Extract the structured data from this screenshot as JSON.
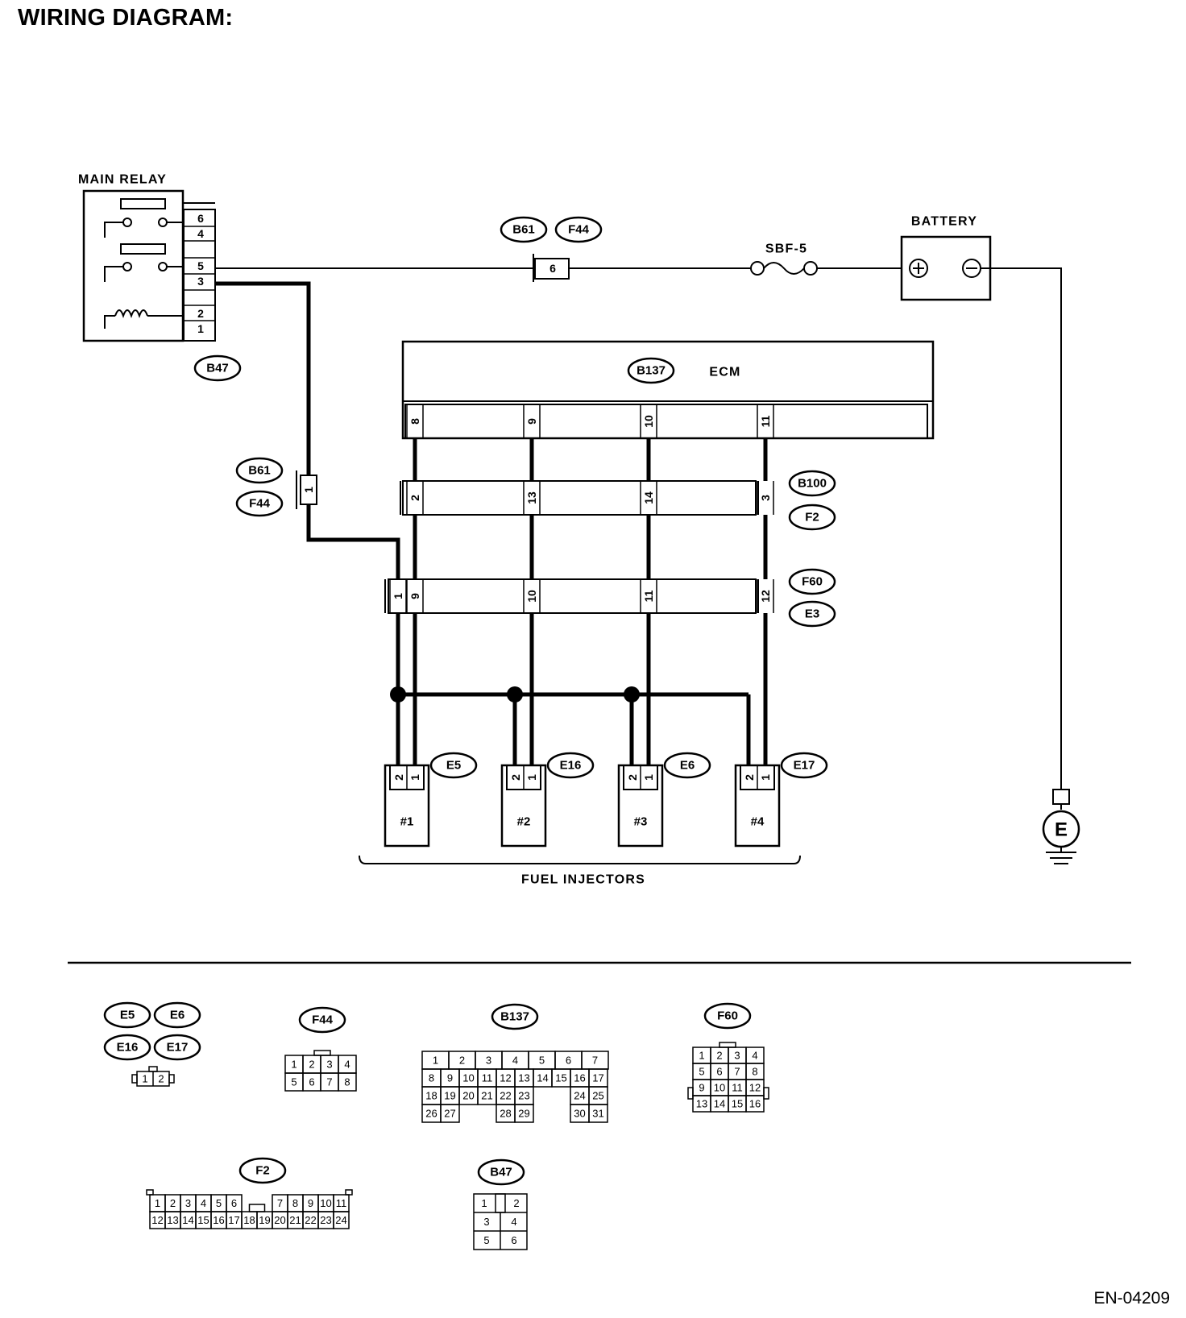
{
  "title": "WIRING DIAGRAM:",
  "doc_code": "EN-04209",
  "labels": {
    "main_relay": "MAIN RELAY",
    "battery": "BATTERY",
    "fuse": "SBF-5",
    "ecm": "ECM",
    "fuel_injectors": "FUEL INJECTORS",
    "ground": "E"
  },
  "connector_tags": {
    "relay": "B47",
    "top_a": "B61",
    "top_b": "F44",
    "side_a": "B61",
    "side_b": "F44",
    "ecm": "B137",
    "row1_a": "B100",
    "row1_b": "F2",
    "row2_a": "F60",
    "row2_b": "E3",
    "inj1": "E5",
    "inj2": "E16",
    "inj3": "E6",
    "inj4": "E17"
  },
  "relay_pins": [
    "6",
    "4",
    "5",
    "3",
    "2",
    "1"
  ],
  "inline_pins": {
    "top": "6",
    "side": "1"
  },
  "ecm_pins": [
    "8",
    "9",
    "10",
    "11"
  ],
  "b100_pins": [
    "2",
    "13",
    "14",
    "3"
  ],
  "f60_pins": [
    "1",
    "9",
    "10",
    "11",
    "12"
  ],
  "injectors": [
    {
      "name": "#1",
      "pins": [
        "2",
        "1"
      ]
    },
    {
      "name": "#2",
      "pins": [
        "2",
        "1"
      ]
    },
    {
      "name": "#3",
      "pins": [
        "2",
        "1"
      ]
    },
    {
      "name": "#4",
      "pins": [
        "2",
        "1"
      ]
    }
  ],
  "legend": {
    "e5_group": {
      "tags": [
        "E5",
        "E6",
        "E16",
        "E17"
      ],
      "pins": [
        "1",
        "2"
      ]
    },
    "f44": {
      "tag": "F44",
      "rows": [
        [
          "1",
          "2",
          "3",
          "4"
        ],
        [
          "5",
          "6",
          "7",
          "8"
        ]
      ]
    },
    "b137": {
      "tag": "B137",
      "rows": [
        [
          "1",
          "2",
          "3",
          "4",
          "5",
          "6",
          "7"
        ],
        [
          "8",
          "9",
          "10",
          "11",
          "12",
          "13",
          "14",
          "15",
          "16",
          "17"
        ],
        [
          "18",
          "19",
          "20",
          "21",
          "22",
          "23",
          "24",
          "25"
        ],
        [
          "26",
          "27",
          "28",
          "29",
          "30",
          "31"
        ]
      ]
    },
    "f60": {
      "tag": "F60",
      "rows": [
        [
          "1",
          "2",
          "3",
          "4"
        ],
        [
          "5",
          "6",
          "7",
          "8"
        ],
        [
          "9",
          "10",
          "11",
          "12"
        ],
        [
          "13",
          "14",
          "15",
          "16"
        ]
      ]
    },
    "f2": {
      "tag": "F2",
      "rows": [
        [
          "1",
          "2",
          "3",
          "4",
          "5",
          "6",
          "7",
          "8",
          "9",
          "10",
          "11"
        ],
        [
          "12",
          "13",
          "14",
          "15",
          "16",
          "17",
          "18",
          "19",
          "20",
          "21",
          "22",
          "23",
          "24"
        ]
      ]
    },
    "b47": {
      "tag": "B47",
      "rows": [
        [
          "1",
          "2"
        ],
        [
          "3",
          "4"
        ],
        [
          "5",
          "6"
        ]
      ]
    }
  }
}
